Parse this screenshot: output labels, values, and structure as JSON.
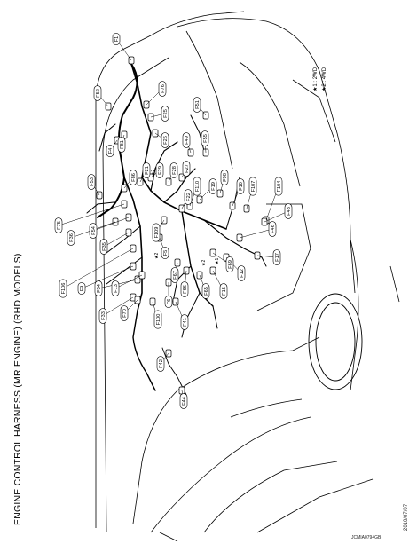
{
  "title": "ENGINE CONTROL HARNESS (MR ENGINE) (RHD MODELS)",
  "legend": {
    "items": [
      "★1 : 2WD",
      "★2 : 4WD"
    ]
  },
  "date": "2010/07/07",
  "figure_code": "JCMIA0794GB",
  "connectors": [
    "F1",
    "F52",
    "F76",
    "F25",
    "F26",
    "F51",
    "F55",
    "F49",
    "F4",
    "F81",
    "F27",
    "F29",
    "F28",
    "F21",
    "F86",
    "F98",
    "F10",
    "F107",
    "F104",
    "F53",
    "F19",
    "F110",
    "F22",
    "F75",
    "F36",
    "F54",
    "F35",
    "F5",
    "F109",
    "F43",
    "F46",
    "F17",
    "F106",
    "F9",
    "F34",
    "F33",
    "F13",
    "F70",
    "F100",
    "F41",
    "F6",
    "F66",
    "F67",
    "F65",
    "F15",
    "F12",
    "F69",
    "F42",
    "F44"
  ]
}
